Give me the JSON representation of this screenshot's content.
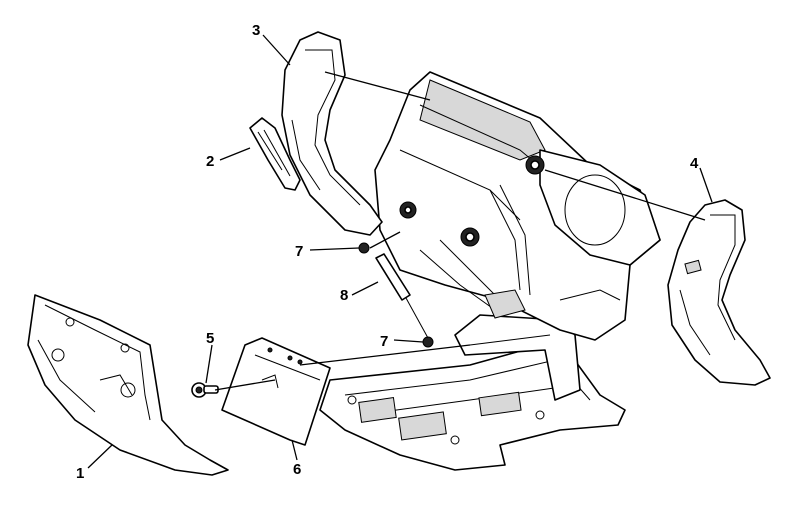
{
  "callouts": [
    {
      "label": "1"
    },
    {
      "label": "2"
    },
    {
      "label": "3"
    },
    {
      "label": "4"
    },
    {
      "label": "5"
    },
    {
      "label": "6"
    },
    {
      "label": "7"
    },
    {
      "label": "7"
    },
    {
      "label": "8"
    }
  ]
}
